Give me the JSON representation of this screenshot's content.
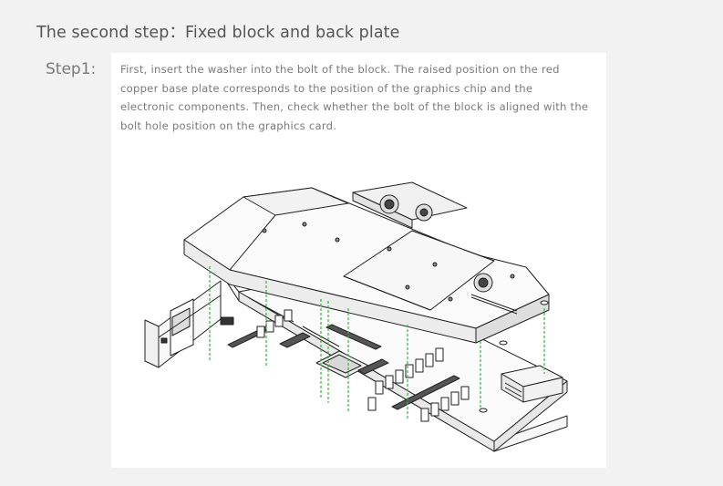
{
  "header": {
    "title": "The second step：Fixed block and back plate"
  },
  "step": {
    "label": "Step1:",
    "description_lines": [
      "First, insert the washer into the bolt of the block. The raised position on the red",
      "copper base plate corresponds to the position of the graphics chip and the",
      "electronic components. Then, check whether the bolt of the block is aligned with the",
      "bolt hole position on the graphics card."
    ]
  },
  "illustration": {
    "subject": "water-block-above-graphics-card",
    "guide_line_color": "#33bb33",
    "line_color": "#222222",
    "background": "#f2f2f2",
    "card_background": "#ffffff"
  }
}
